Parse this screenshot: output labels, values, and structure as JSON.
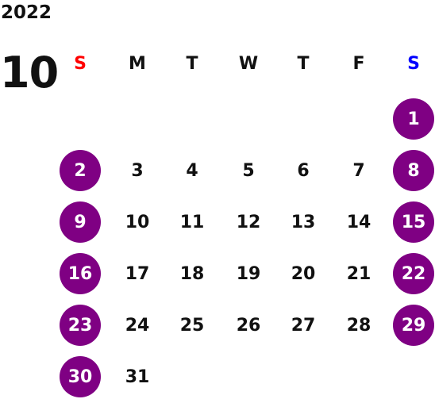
{
  "calendar": {
    "year": "2022",
    "month": "10",
    "weekdays": [
      {
        "label": "S",
        "color": "#ff0000"
      },
      {
        "label": "M",
        "color": "#111111"
      },
      {
        "label": "T",
        "color": "#111111"
      },
      {
        "label": "W",
        "color": "#111111"
      },
      {
        "label": "T",
        "color": "#111111"
      },
      {
        "label": "F",
        "color": "#111111"
      },
      {
        "label": "S",
        "color": "#0000ff"
      }
    ],
    "first_weekday_index": 6,
    "days_in_month": 31,
    "weekend_highlight_color": "#7f0083"
  }
}
